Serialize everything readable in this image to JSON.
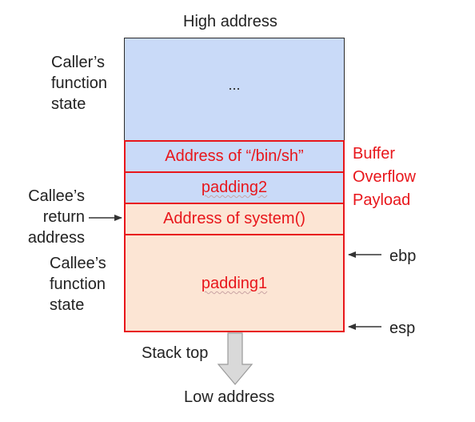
{
  "top_label": "High address",
  "bottom_label": "Low address",
  "stack_top_label": "Stack top",
  "caller_label": [
    "Caller’s",
    "function",
    "state"
  ],
  "callee_return_label": [
    "Callee’s",
    "return",
    "address"
  ],
  "callee_state_label": [
    "Callee’s",
    "function",
    "state"
  ],
  "ellipsis": "...",
  "cells": {
    "binsh": "Address of “/bin/sh”",
    "padding2": "padding2",
    "system": "Address of system()",
    "padding1": "padding1"
  },
  "payload_label": [
    "Buffer",
    "Overflow",
    "Payload"
  ],
  "pointers": {
    "ebp": "ebp",
    "esp": "esp"
  },
  "colors": {
    "blue": "#c9daf8",
    "peach": "#fce5d4",
    "red": "#e8161b",
    "border_dark": "#2b2b2b",
    "arrow_gray": "#d9d9d9"
  }
}
